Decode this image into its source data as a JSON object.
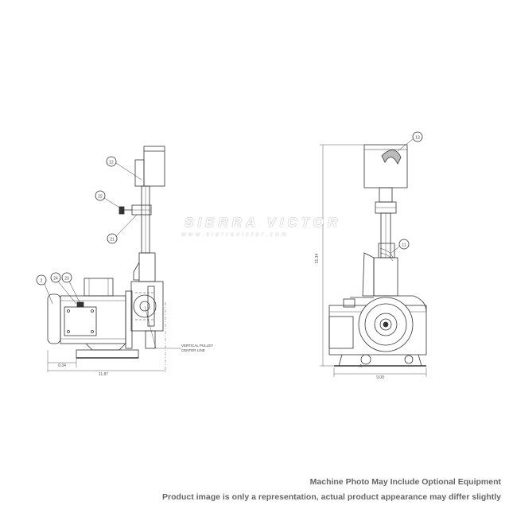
{
  "watermark": {
    "brand": "SIERRA VICTOR",
    "url": "www.sierravictor.com"
  },
  "balloons": {
    "left": [
      "12",
      "22",
      "21",
      "2",
      "24",
      "23"
    ],
    "right": [
      "13",
      "11"
    ]
  },
  "callouts": {
    "pulley_line_1": "VERTICAL PULLEY",
    "pulley_line_2": "CENTER LINE",
    "marker": "A"
  },
  "dimensions": {
    "left_offset": "0.34",
    "left_width": "11.87",
    "right_height": "31.34",
    "right_width": "9.00"
  },
  "disclaimer": {
    "line1": "Machine Photo May Include Optional Equipment",
    "line2": "Product image is only a representation, actual product appearance may differ slightly"
  },
  "colors": {
    "line": "#333333",
    "text": "#666666"
  }
}
